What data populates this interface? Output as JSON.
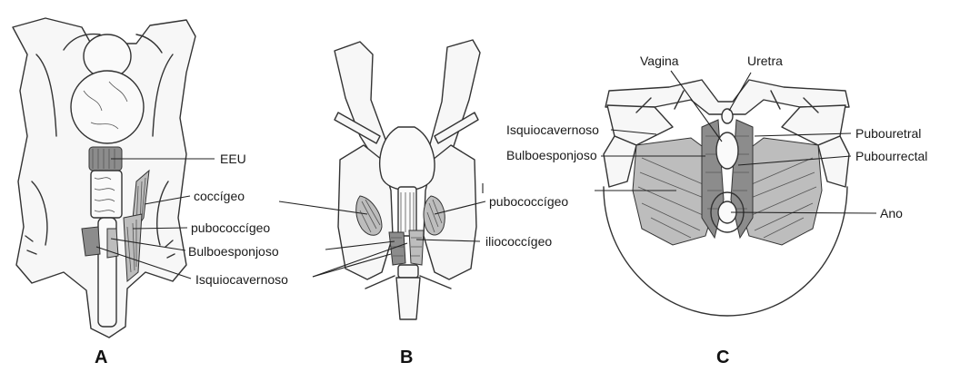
{
  "panels": {
    "A": {
      "letter": "A",
      "labels": {
        "eeu": "EEU",
        "coccigeo": "coccígeo",
        "pubococcigeo": "pubococcígeo",
        "bulboesponjoso": "Bulboesponjoso",
        "isquiocavernoso": "Isquiocavernoso"
      }
    },
    "B": {
      "letter": "B",
      "labels": {
        "pubococcigeo": "pubococcígeo",
        "iliococcigeo": "iliococcígeo"
      }
    },
    "C": {
      "letter": "C",
      "labels": {
        "vagina": "Vagina",
        "uretra": "Uretra",
        "isquiocavernoso": "Isquiocavernoso",
        "bulboesponjoso": "Bulboesponjoso",
        "pubouretral": "Pubouretral",
        "pubourrectal": "Pubourrectal",
        "ano": "Ano"
      }
    }
  }
}
